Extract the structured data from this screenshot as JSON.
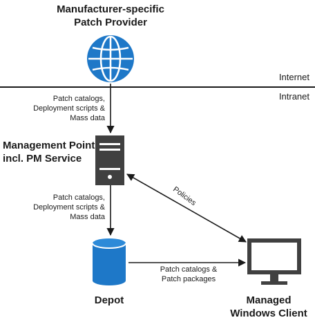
{
  "nodes": {
    "provider": {
      "title_line1": "Manufacturer-specific",
      "title_line2": "Patch Provider",
      "icon": "globe-icon"
    },
    "mgmt_point": {
      "title_line1": "Management Point",
      "title_line2": "incl. PM Service",
      "icon": "server-icon"
    },
    "depot": {
      "title": "Depot",
      "icon": "database-icon"
    },
    "client": {
      "title_line1": "Managed",
      "title_line2": "Windows Client",
      "icon": "monitor-icon"
    }
  },
  "zones": {
    "internet": "Internet",
    "intranet": "Intranet"
  },
  "edges": {
    "provider_to_mgmt": [
      "Patch catalogs,",
      "Deployment scripts &",
      "Mass data"
    ],
    "mgmt_to_depot": [
      "Patch catalogs,",
      "Deployment scripts &",
      "Mass data"
    ],
    "mgmt_to_client": "Policies",
    "depot_to_client": [
      "Patch catalogs &",
      "Patch packages"
    ]
  },
  "colors": {
    "accent_blue": "#1e78c8",
    "server_gray": "#404040",
    "line": "#1a1a1a"
  }
}
